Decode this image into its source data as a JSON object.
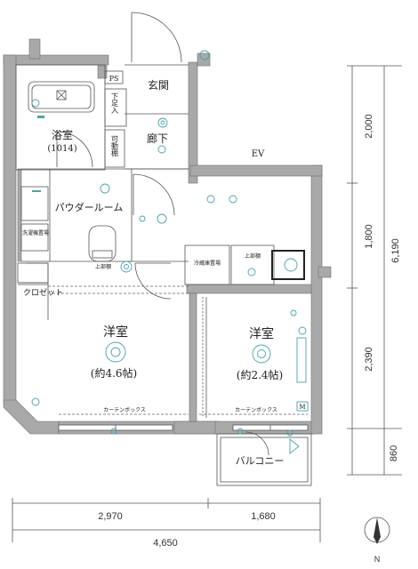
{
  "rooms": {
    "bathroom": "浴室",
    "bathroom_size": "(1014)",
    "entrance": "玄関",
    "hallway": "廊下",
    "powder_room": "パウダールーム",
    "closet": "クロゼット",
    "western_room_1": "洋室",
    "western_room_1_size": "(約4.6帖)",
    "western_room_2": "洋室",
    "western_room_2_size": "(約2.4帖)",
    "balcony": "バルコニー",
    "ev": "EV"
  },
  "fixtures": {
    "ps": "PS",
    "shoe_box": "下足入",
    "movable_shelf": "可動棚",
    "washer_pan": "洗濯機置場",
    "upper_shelf": "上部棚",
    "fridge_space": "冷蔵庫置場",
    "upper_shelf_2": "上部棚",
    "curtain_box_1": "カーテンボックス",
    "curtain_box_2": "カーテンボックス",
    "mark_m": "M"
  },
  "dimensions": {
    "right": [
      "2,000",
      "1,800",
      "2,390",
      "860"
    ],
    "right_total": "6,190",
    "bottom": [
      "2,970",
      "1,680"
    ],
    "bottom_total": "4,650"
  },
  "compass": {
    "label": "N"
  },
  "colors": {
    "wall": "#a9a9a9",
    "equipment": "#4aa3a8",
    "line": "#555555"
  }
}
